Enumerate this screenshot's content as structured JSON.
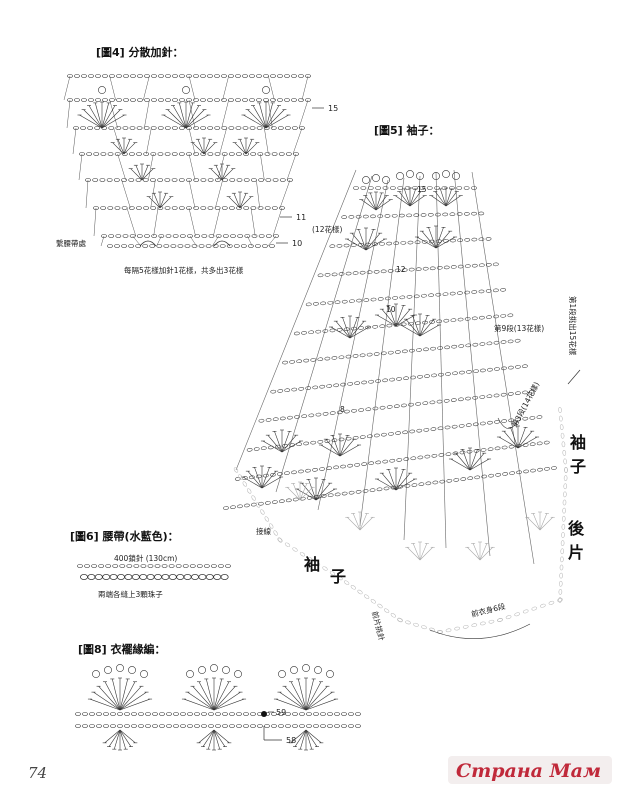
{
  "fig4": {
    "title": "[圖4] 分散加針：",
    "row15": "15",
    "row11": "11",
    "row10": "10",
    "waist_label": "繫腰帶處",
    "caption": "每隔5花樣加針1花樣，共多出3花樣"
  },
  "fig5": {
    "title": "[圖5] 袖子：",
    "row15": "15",
    "motif12": "(12花樣)",
    "row12": "12",
    "row10": "10",
    "row8": "8",
    "row9_note": "第9段(13花樣)",
    "row1_note": "第1段挑出15花樣",
    "row3_note": "第3段(14花樣)",
    "sleeve_right": "袖子",
    "back_body": "後片",
    "sleeve_left": "袖子",
    "join": "接線",
    "front_body": "前片挑針",
    "stitch6": "前衣身6段"
  },
  "fig6": {
    "title": "[圖6] 腰帶(水藍色)：",
    "chain": "400鎖針 (130cm)",
    "caption": "兩端各縫上3顆珠子"
  },
  "fig8": {
    "title": "[圖8] 衣襬緣編：",
    "row59": "59",
    "row58": "58"
  },
  "page_number": "74",
  "watermark": "Страна Мам"
}
